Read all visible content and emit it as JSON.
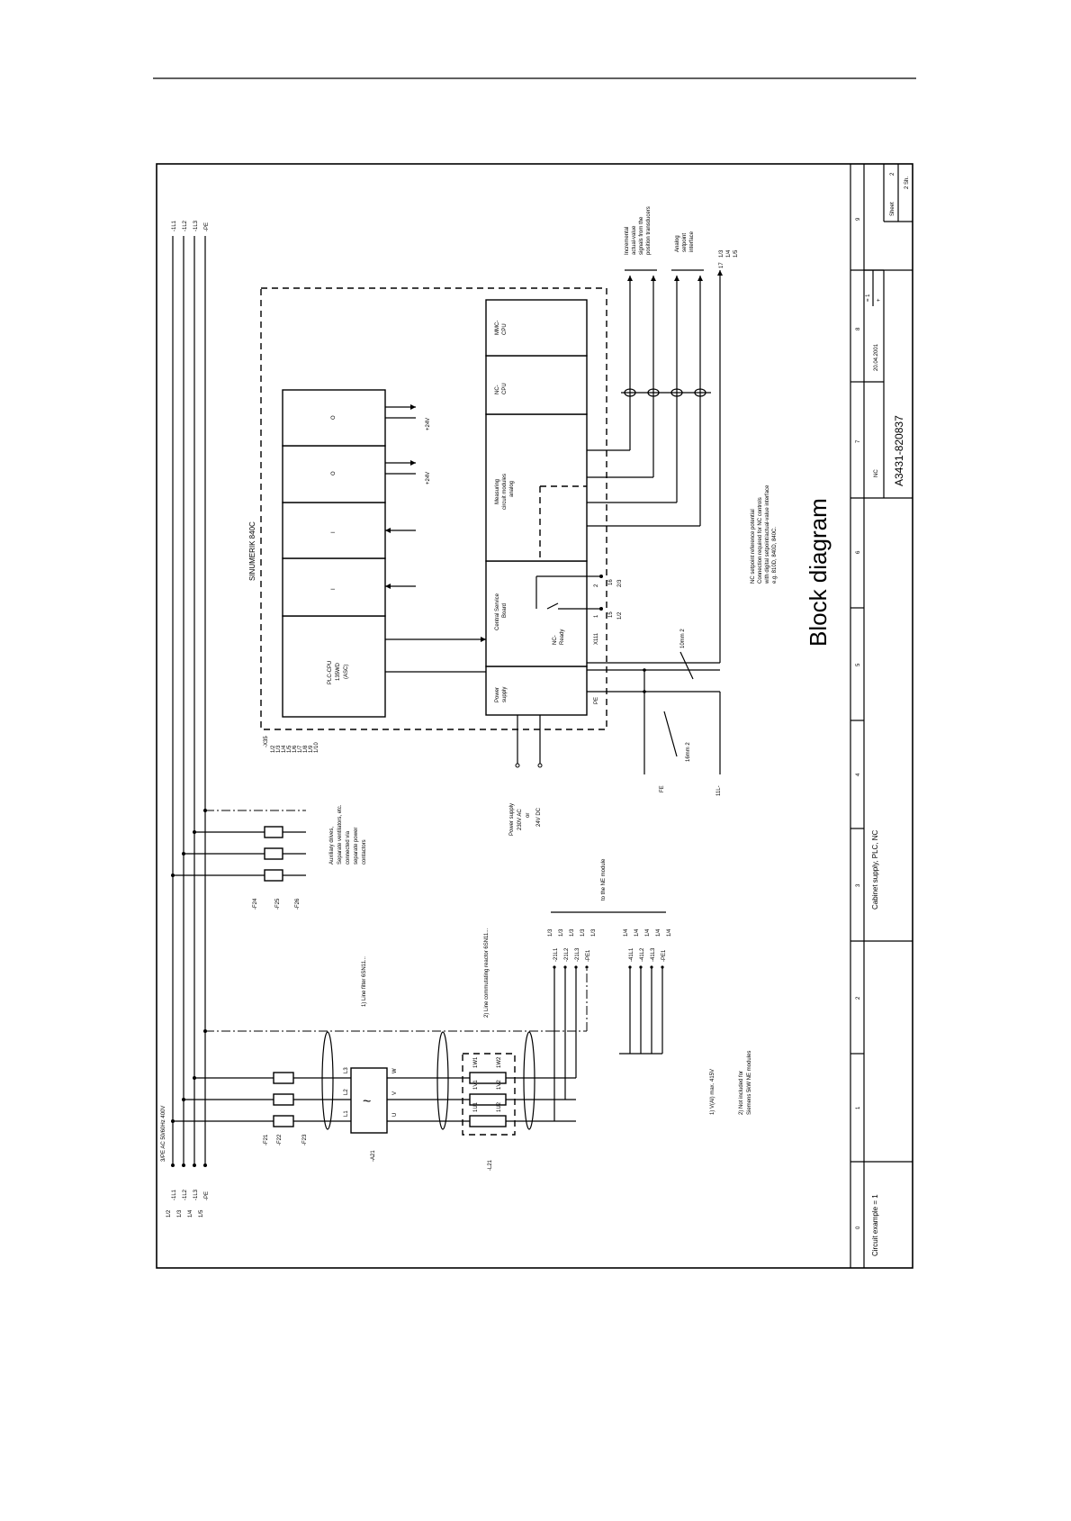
{
  "title_block": {
    "drawing_title": "Block diagram",
    "drawing_number": "A3431-820837",
    "subject": "Cabinet supply, PLC, NC",
    "circuit_example": "Circuit example = 1",
    "abbrev_nc": "NC",
    "date": "20.04.2001",
    "sheet_label": "Sheet",
    "sheet_value": "2",
    "sheets_total": "2 Sh.",
    "rev_a": "= 1",
    "rev_b": "+",
    "column_numbers": [
      "0",
      "1",
      "2",
      "3",
      "4",
      "5",
      "6",
      "7",
      "8",
      "9"
    ]
  },
  "supply": {
    "spec": "3/PE AC 50/60Hz 400V",
    "in_l1": "-1L1",
    "in_l2": "-1L2",
    "in_l3": "-1L3",
    "in_pe": "-PE",
    "out_l1": "-1L1",
    "out_l2": "-1L2",
    "out_l3": "-1L3",
    "out_pe": "-PE",
    "in_refs": [
      "1/2",
      "1/3",
      "1/4",
      "1/5"
    ]
  },
  "fuses_main": {
    "f21": "-F21",
    "f22": "-F22",
    "f23": "-F23"
  },
  "fuses_aux": {
    "f24": "-F24",
    "f25": "-F25",
    "f26": "-F26"
  },
  "aux_note": [
    "Auxiliary drives,",
    "Separate ventilators, etc.",
    "connected via",
    "separate power",
    "contactors"
  ],
  "filter": {
    "tag": "-A21",
    "note": "1) Line filter 6SN11...",
    "terminals_in": [
      "L1",
      "L2",
      "L3"
    ],
    "terminals_out": [
      "U",
      "V",
      "W"
    ]
  },
  "reactor": {
    "tag": "-L21",
    "note": "2) Line commutating reactor 6SN11...",
    "terminals_top": [
      "1U1",
      "1V1",
      "1W1"
    ],
    "terminals_bot": [
      "1U2",
      "1V2",
      "1W2"
    ]
  },
  "outputs_21": [
    "-21L1",
    "-21L2",
    "-21L3",
    "-PE1"
  ],
  "outputs_41": [
    "-41L1",
    "-41L2",
    "-41L3",
    "-PE1"
  ],
  "output_refs_21": [
    "1/3",
    "1/3",
    "1/3",
    "1/3",
    "1/3"
  ],
  "output_refs_41": [
    "1/4",
    "1/4",
    "1/4",
    "1/4",
    "1/4"
  ],
  "to_ne_module": "to the NE module",
  "footnotes": [
    "1) V(AI) max. 415V",
    "2) Not included for",
    "Siemens 5kW NE modules"
  ],
  "sinumerik": {
    "label": "SINUMERIK 840C",
    "plc_module": [
      "PLC-CPU",
      "135WD",
      "(ASC)"
    ],
    "io_modules": [
      "I",
      "I",
      "O",
      "O"
    ],
    "voltage_24v_1": "+24V",
    "voltage_24v_2": "+24V",
    "nc_modules": {
      "power_supply": [
        "Power",
        "supply"
      ],
      "csb": [
        "Central Service",
        "Board"
      ],
      "measuring": [
        "Measuring",
        "circuit modules",
        "analog"
      ],
      "nc_cpu": [
        "NC-",
        "CPU"
      ],
      "mmc_cpu": [
        "MMC-",
        "CPU"
      ]
    },
    "pe_label": "PE",
    "xsa_label": "-X35",
    "xsa_refs": [
      "1/2",
      "1/3",
      "1/4",
      "1/5",
      "1/6",
      "1/7",
      "1/8",
      "1/9",
      "1/10"
    ],
    "nc_ready": [
      "NC-",
      "Ready"
    ],
    "x111": "X111",
    "x111_pins": [
      "1",
      "2"
    ],
    "x111_out_pins": [
      "15",
      "16"
    ],
    "x111_refs": [
      "1/2",
      "2/3"
    ]
  },
  "power_supply_note": [
    "Power supply",
    "230V AC",
    "or",
    "24V DC"
  ],
  "wire_notes": {
    "pe_wire": "FE",
    "pe_size": "16mm 2",
    "wire_10": "10mm 2",
    "ref_11l": "11L-"
  },
  "nc_note": [
    "NC setpoint reference potential",
    "Connection required for NC controls",
    "with digital setpoint/actual-value interface",
    "e.g. 810D, 840D, 840C."
  ],
  "encoder_note": [
    "Incremental",
    "actual-value",
    "signals from the",
    "position transducers"
  ],
  "analog_note": [
    "Analog",
    "setpoint",
    "interface"
  ],
  "right_ref": [
    "17",
    "1/3",
    "1/4",
    "1/5"
  ]
}
